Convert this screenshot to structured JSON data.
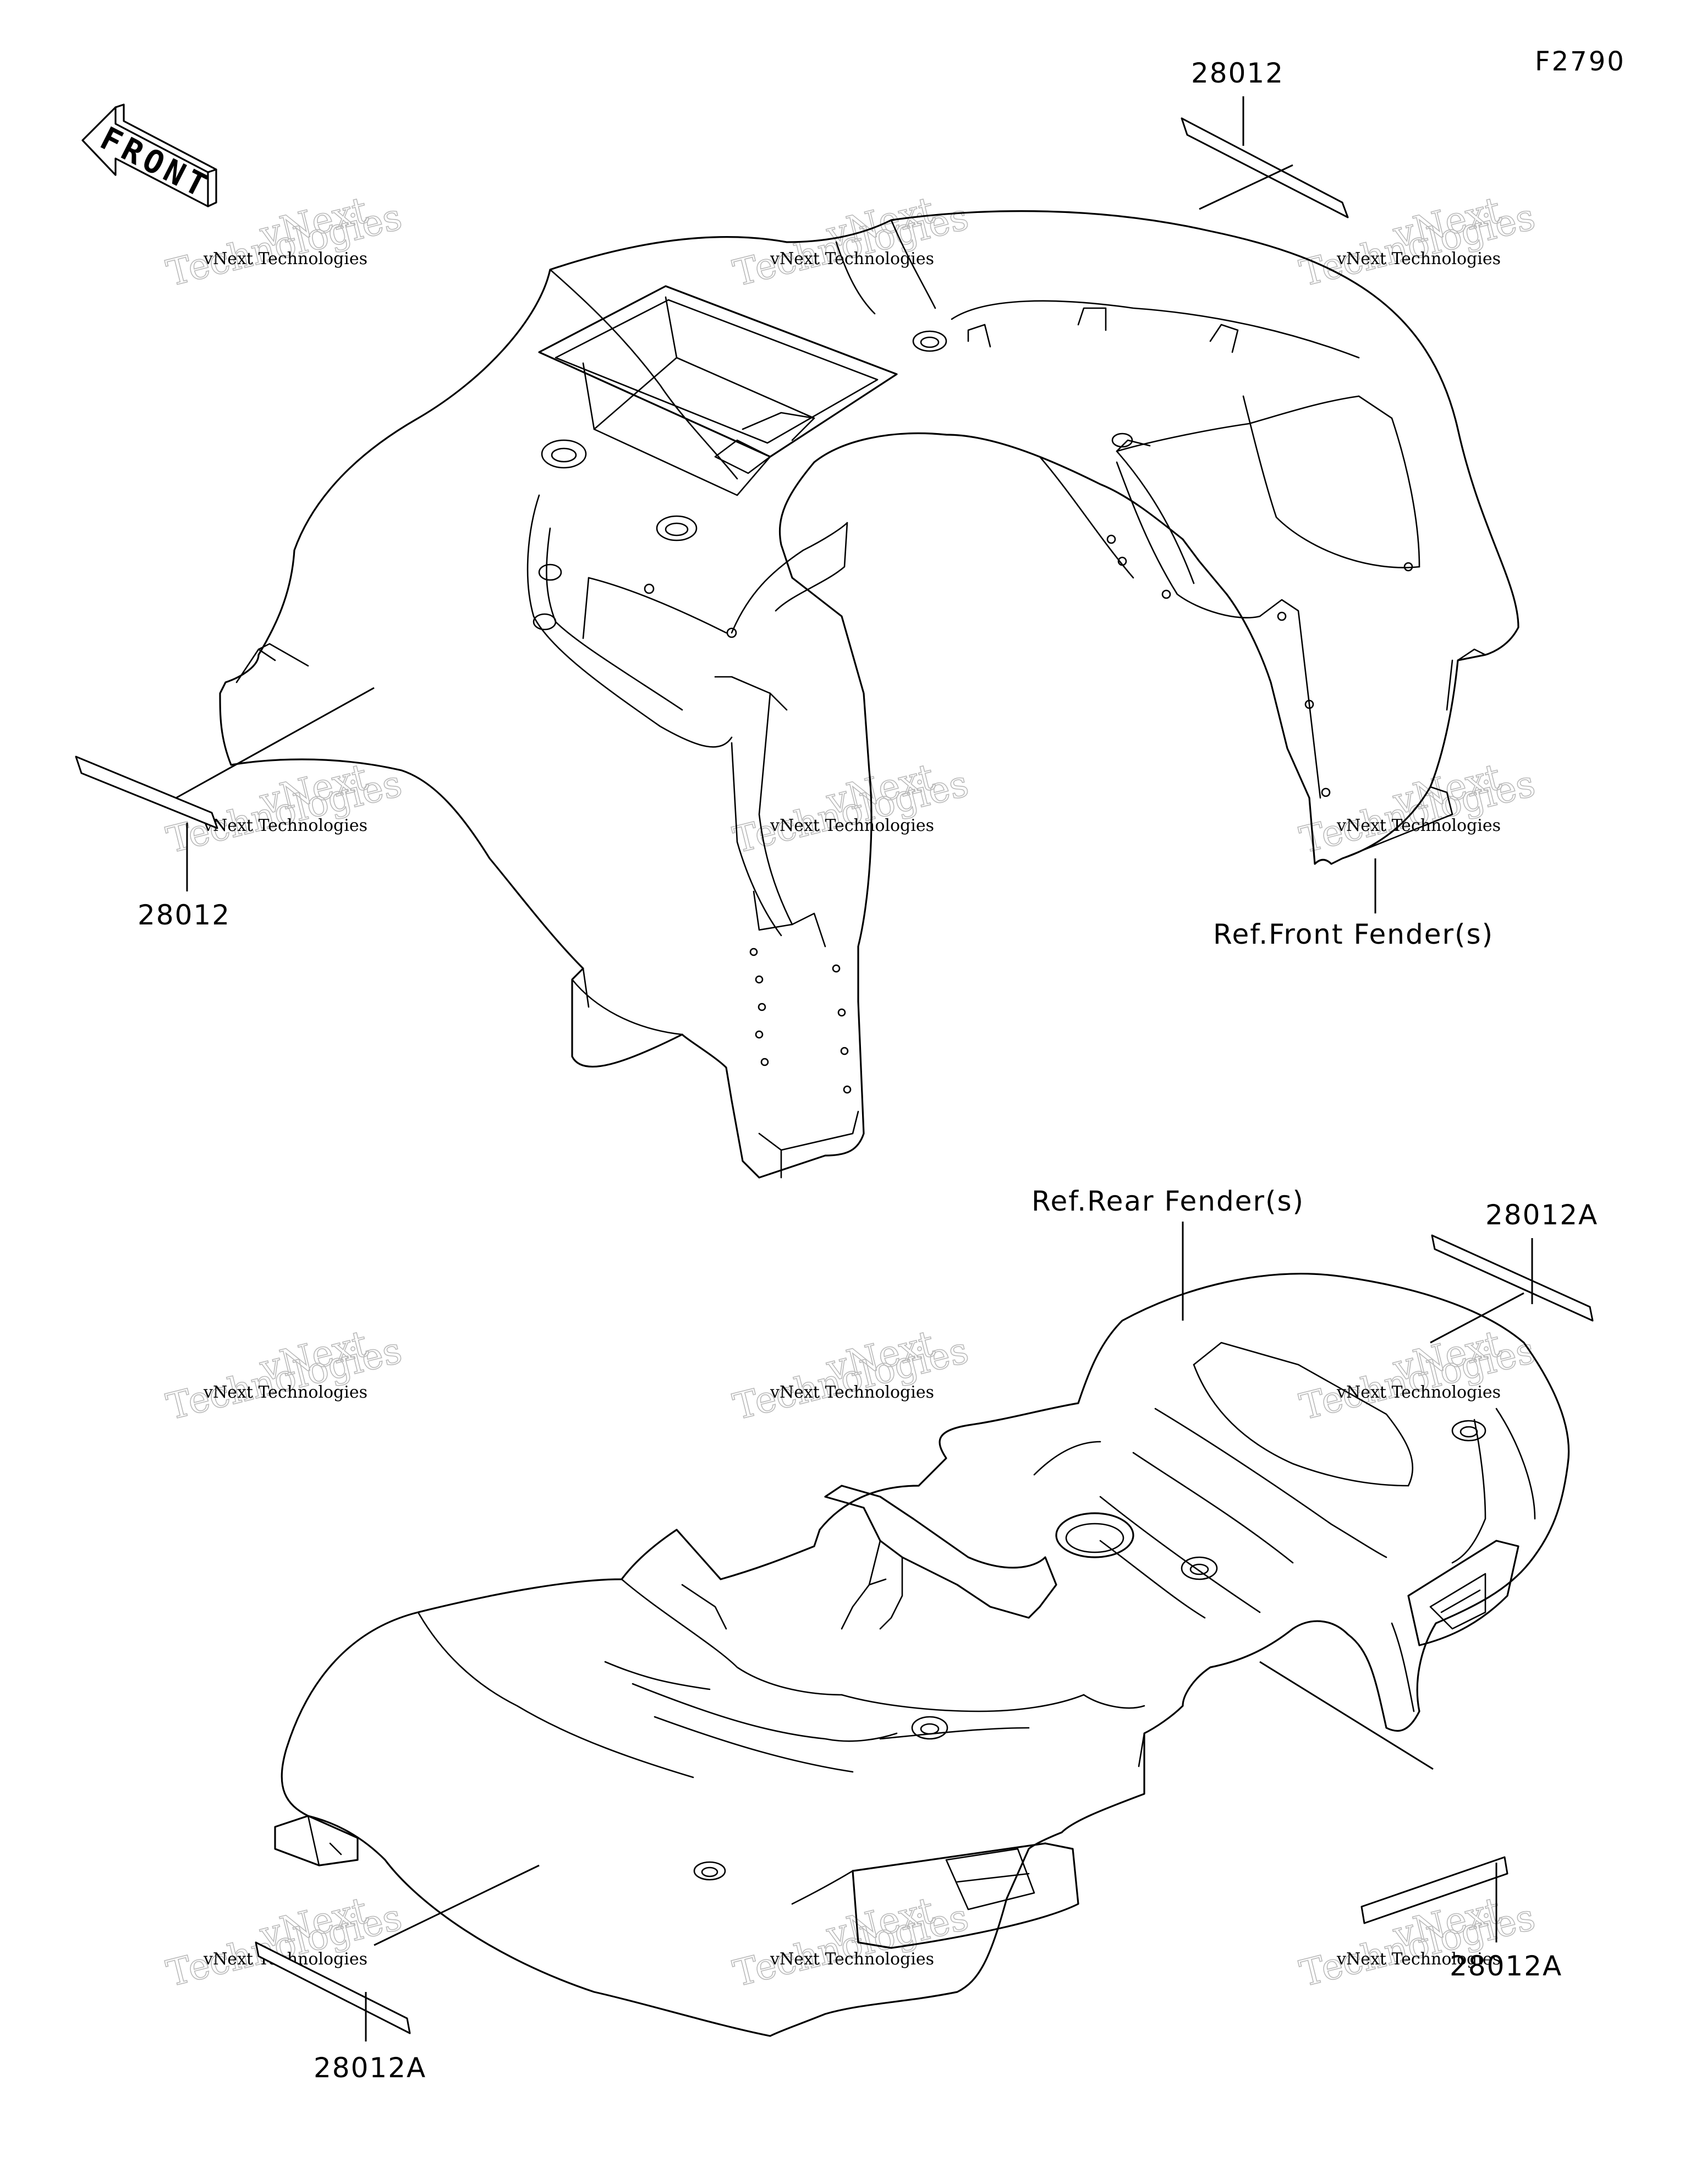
{
  "figure_id": "F2790",
  "front_indicator": "FRONT",
  "parts": {
    "top_right": "28012",
    "left": "28012",
    "rear_right_top": "28012A",
    "rear_right_bottom": "28012A",
    "rear_left_bottom": "28012A"
  },
  "references": {
    "front_fender": "Ref.Front Fender(s)",
    "rear_fender": "Ref.Rear Fender(s)"
  },
  "watermark": {
    "small": "vNext Technologies",
    "large_top": "vNext",
    "large_bottom": "Technologies"
  }
}
